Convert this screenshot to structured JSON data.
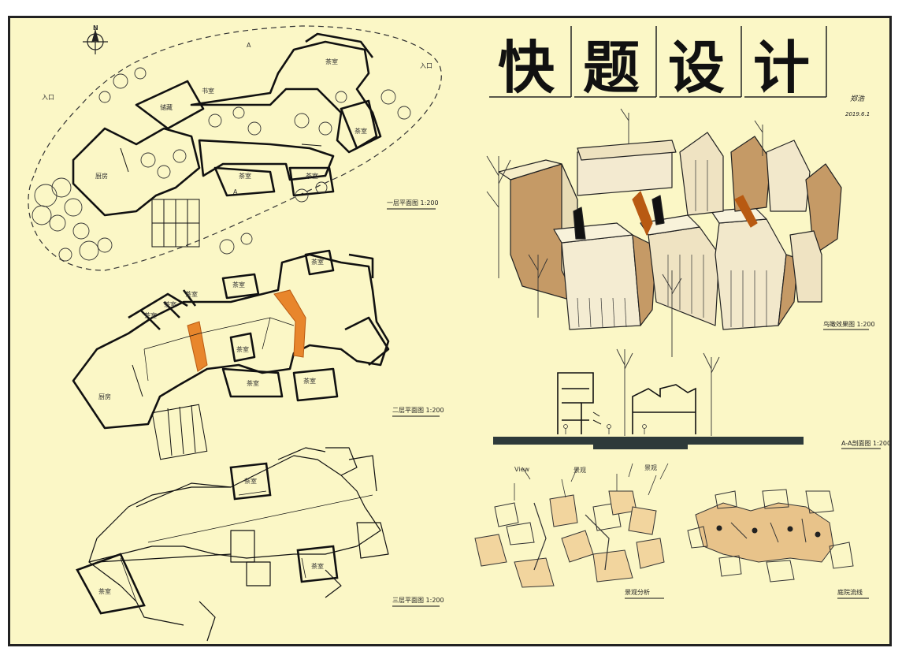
{
  "title": {
    "chars": [
      "快",
      "题",
      "设",
      "计"
    ]
  },
  "signature": {
    "name": "郑浩",
    "date": "2019.6.1"
  },
  "plans": [
    {
      "caption": "一层平面图 1:200",
      "rooms": [
        "厨房",
        "储藏",
        "茶室",
        "茶室",
        "茶室",
        "茶室",
        "书室"
      ]
    },
    {
      "caption": "二层平面图 1:200",
      "rooms": [
        "厨房",
        "茶室",
        "茶室",
        "茶室",
        "茶室",
        "茶室",
        "茶室",
        "茶室",
        "茶室"
      ]
    },
    {
      "caption": "三层平面图 1:200",
      "rooms": [
        "茶室",
        "茶室",
        "茶室"
      ]
    }
  ],
  "views": {
    "axonometric": "鸟瞰效果图 1:200",
    "section": "A-A剖面图 1:200",
    "analysis1": "景观分析",
    "analysis2": "庭院流线",
    "analysis_labels": [
      "View",
      "景观",
      "景观"
    ]
  },
  "plan_marks": {
    "north": "N",
    "entry1": "入口",
    "entry2": "入口",
    "section_a1": "A",
    "section_a2": "A"
  }
}
